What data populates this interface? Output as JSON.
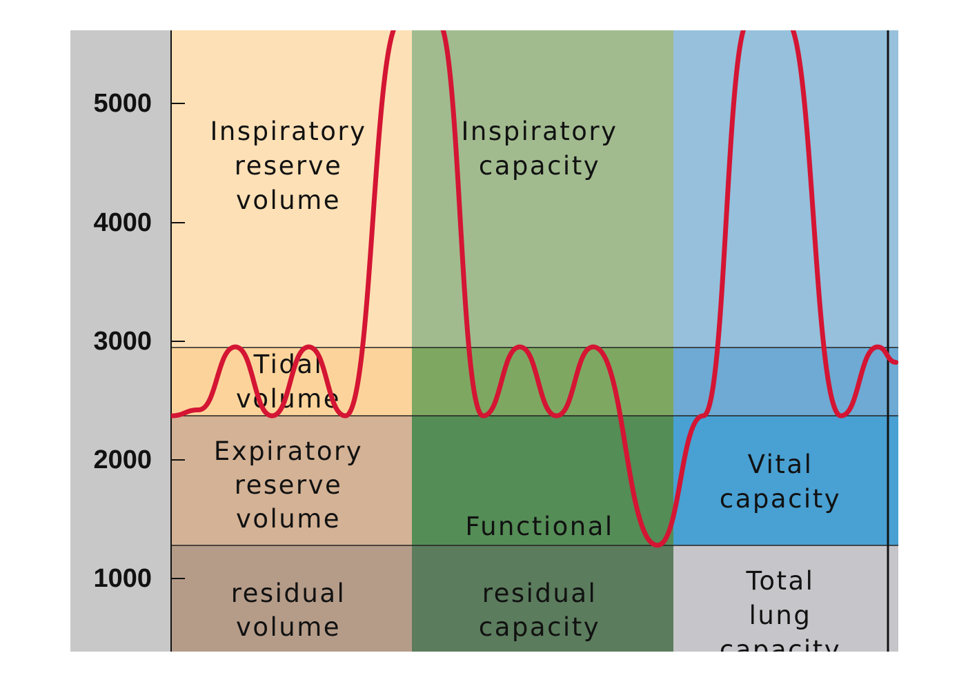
{
  "chart_data": {
    "type": "diagram",
    "y_ticks": [
      "5000",
      "4000",
      "3000",
      "2000",
      "1000"
    ],
    "y_tick_values": [
      5000,
      4000,
      3000,
      2000,
      1000
    ],
    "y_range": [
      450,
      5660
    ],
    "level_lines": [
      2940,
      2370,
      1280
    ],
    "colors": {
      "axis_bg": "#c8c8c8",
      "col1": {
        "top": "#fde0b6",
        "tidal": "#fcd49b",
        "erv": "#d4b295",
        "rv": "#b59c89"
      },
      "col2": {
        "top": "#a1bb8f",
        "tidal": "#7ea862",
        "frc": "#548d56",
        "frc_low": "#5b7c5d"
      },
      "col3": {
        "top": "#96c0dc",
        "tidal": "#6eaad3",
        "vc": "#49a0d2",
        "tlc": "#c6c5c9"
      },
      "trace": "#d41533"
    },
    "labels": {
      "irv": [
        "Inspiratory",
        "reserve",
        "volume"
      ],
      "tidal": [
        "Tidal",
        "volume"
      ],
      "erv": [
        "Expiratory",
        "reserve",
        "volume"
      ],
      "rv": [
        "residual",
        "volume"
      ],
      "ic": [
        "Inspiratory",
        "capacity"
      ],
      "frc_top": "Functional",
      "frc": [
        "residual",
        "capacity"
      ],
      "vc": [
        "Vital",
        "capacity"
      ],
      "tlc": [
        "Total",
        "lung",
        "capacity"
      ]
    },
    "trace_points": [
      [
        0,
        2370
      ],
      [
        0.3,
        2420
      ],
      [
        0.7,
        2950
      ],
      [
        1.1,
        2370
      ],
      [
        1.5,
        2950
      ],
      [
        1.9,
        2370
      ],
      [
        2.5,
        5700
      ],
      [
        2.9,
        5700
      ],
      [
        3.4,
        2370
      ],
      [
        3.8,
        2950
      ],
      [
        4.2,
        2370
      ],
      [
        4.6,
        2950
      ],
      [
        5.3,
        1280
      ],
      [
        5.8,
        2370
      ],
      [
        6.3,
        5700
      ],
      [
        6.7,
        5700
      ],
      [
        7.3,
        2370
      ],
      [
        7.7,
        2950
      ],
      [
        7.9,
        2820
      ]
    ]
  }
}
